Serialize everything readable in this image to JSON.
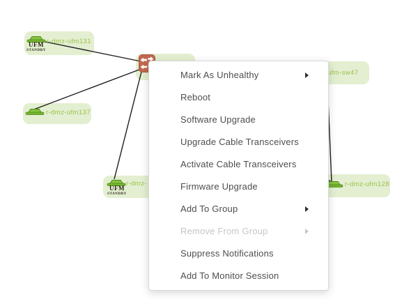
{
  "nodes": {
    "ufm131": {
      "label": "r-dmz-ufm131",
      "badge_line1": "UFM",
      "badge_line2": "STANDBY",
      "type": "host"
    },
    "ufm137": {
      "label": "r-dmz-ufm137",
      "type": "host"
    },
    "core_switch": {
      "label": "",
      "type": "switch"
    },
    "sw47": {
      "label": "ufm-sw47",
      "type": "switch"
    },
    "bottom_host": {
      "label": "r-dmz-",
      "badge_line1": "UFM",
      "badge_line2": "STANDBY",
      "type": "host"
    },
    "ufm128": {
      "label": "r-dmz-ufm128",
      "type": "host"
    }
  },
  "context_menu": {
    "items": [
      {
        "label": "Mark As Unhealthy",
        "has_submenu": true,
        "enabled": true
      },
      {
        "label": "Reboot",
        "has_submenu": false,
        "enabled": true
      },
      {
        "label": "Software Upgrade",
        "has_submenu": false,
        "enabled": true
      },
      {
        "label": "Upgrade Cable Transceivers",
        "has_submenu": false,
        "enabled": true
      },
      {
        "label": "Activate Cable Transceivers",
        "has_submenu": false,
        "enabled": true
      },
      {
        "label": "Firmware Upgrade",
        "has_submenu": false,
        "enabled": true
      },
      {
        "label": "Add To Group",
        "has_submenu": true,
        "enabled": true
      },
      {
        "label": "Remove From Group",
        "has_submenu": true,
        "enabled": false
      },
      {
        "label": "Suppress Notifications",
        "has_submenu": false,
        "enabled": true
      },
      {
        "label": "Add To Monitor Session",
        "has_submenu": false,
        "enabled": true
      }
    ]
  },
  "colors": {
    "node_background": "#e3efd0",
    "node_label_green": "#9dc14d",
    "host_icon_green": "#85c440",
    "switch_icon_brick": "#c06950",
    "edge_black": "#1f1f1f",
    "menu_text": "#4d4d4d",
    "menu_disabled_text": "#c6c6c6"
  }
}
